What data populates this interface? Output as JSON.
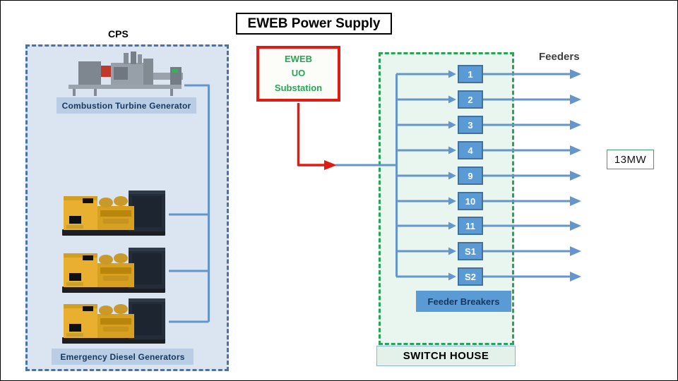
{
  "title": "EWEB Power Supply",
  "cps": {
    "label": "CPS",
    "turbine_label": "Combustion Turbine Generator",
    "diesel_label": "Emergency Diesel Generators"
  },
  "substation": {
    "lines": [
      "EWEB",
      "UO",
      "Substation"
    ]
  },
  "switch_house": {
    "label": "SWITCH HOUSE",
    "feeder_breakers_label": "Feeder Breakers",
    "breakers": [
      "1",
      "2",
      "3",
      "4",
      "9",
      "10",
      "11",
      "S1",
      "S2"
    ]
  },
  "feeders_label": "Feeders",
  "capacity_label": "13MW",
  "colors": {
    "line-blue": "#6496cd",
    "box-blue": "#5b9bd5",
    "box-border": "#41719c",
    "red": "#df1b12",
    "green-border": "#2aa257",
    "green-fill": "#e9f6ef",
    "cps-fill": "#dbe5f1",
    "cps-border": "#4673a8",
    "label-bg": "#b9cde4",
    "label-text": "#17375e",
    "substation-text": "#27a557",
    "switchhouse-fill": "#e3f1ea"
  }
}
